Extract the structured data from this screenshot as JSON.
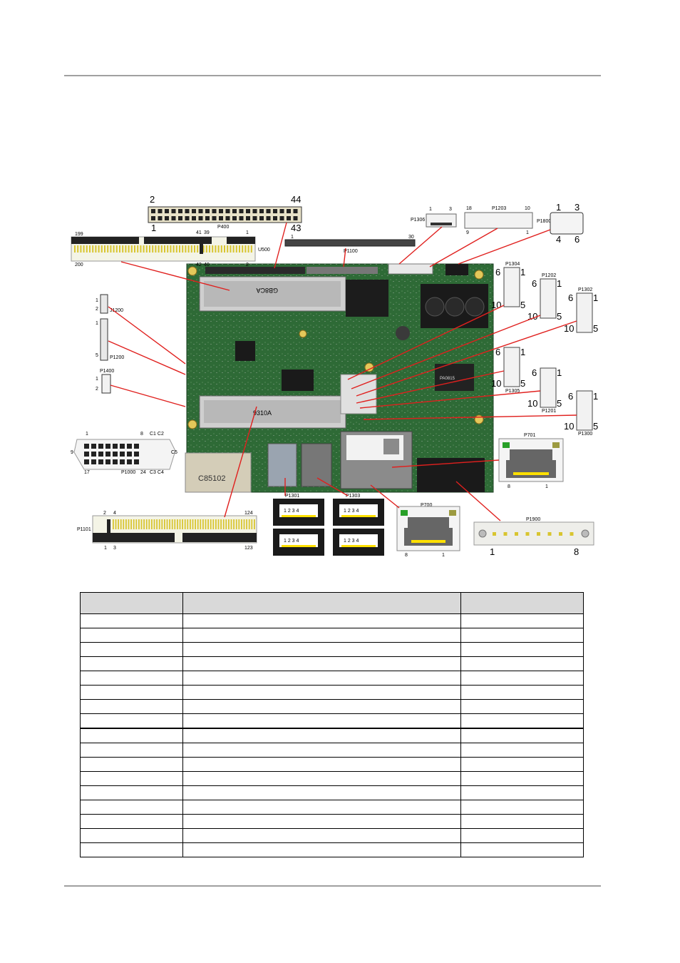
{
  "figure": {
    "labels": {
      "p400": "P400",
      "p400_2": "2",
      "p400_44": "44",
      "p400_1": "1",
      "p400_43": "43",
      "p400_41": "41",
      "p400_39": "39",
      "p400_42": "42",
      "p400_40": "40",
      "u500": "U500",
      "u500_199": "199",
      "u500_200": "200",
      "u500_1": "1",
      "u500_2": "2",
      "p1100": "P1100",
      "p1100_1": "1",
      "p1100_30": "30",
      "p1306": "P1306",
      "p1306_1": "1",
      "p1306_3": "3",
      "p1203": "P1203",
      "p1203_18": "18",
      "p1203_10": "10",
      "p1203_9": "9",
      "p1203_1": "1",
      "p1800": "P1800",
      "p1800_1": "1",
      "p1800_3": "3",
      "p1800_4": "4",
      "p1800_6": "6",
      "j1200": "J1200",
      "j1200_1": "1",
      "j1200_2": "2",
      "p1200": "P1200",
      "p1200_1": "1",
      "p1200_5": "5",
      "p1400": "P1400",
      "p1400_1": "1",
      "p1400_2": "2",
      "p1304": "P1304",
      "p1202": "P1202",
      "p1302": "P1302",
      "p1305": "P1305",
      "p1201": "P1201",
      "p1300": "P1300",
      "hdr_6": "6",
      "hdr_1": "1",
      "hdr_10": "10",
      "hdr_5": "5",
      "p1000": "P1000",
      "dvi_1": "1",
      "dvi_8": "8",
      "dvi_c1c2": "C1 C2",
      "dvi_9": "9",
      "dvi_c5": "C5",
      "dvi_17": "17",
      "dvi_24": "24",
      "dvi_c3c4": "C3 C4",
      "p701": "P701",
      "p701_8": "8",
      "p701_1": "1",
      "p700": "P700",
      "p700_8": "8",
      "p700_1": "1",
      "p1101": "P1101",
      "p1101_2": "2",
      "p1101_4": "4",
      "p1101_124": "124",
      "p1101_1": "1",
      "p1101_3": "3",
      "p1101_123": "123",
      "p1301": "P1301",
      "p1303": "P1303",
      "usb_pins": "1 2 3 4",
      "p1900": "P1900",
      "p1900_1": "1",
      "p1900_8": "8",
      "board_print_1": "C85102",
      "board_print_2": "9310A",
      "board_print_3": "GB8CA",
      "chip_brand": "PA0815"
    }
  },
  "table": {
    "headers": [
      "",
      "",
      ""
    ],
    "rows": [
      [
        "",
        "",
        ""
      ],
      [
        "",
        "",
        ""
      ],
      [
        "",
        "",
        ""
      ],
      [
        "",
        "",
        ""
      ],
      [
        "",
        "",
        ""
      ],
      [
        "",
        "",
        ""
      ],
      [
        "",
        "",
        ""
      ],
      [
        "",
        "",
        ""
      ],
      [
        "",
        "",
        ""
      ],
      [
        "",
        "",
        ""
      ],
      [
        "",
        "",
        ""
      ],
      [
        "",
        "",
        ""
      ],
      [
        "",
        "",
        ""
      ],
      [
        "",
        "",
        ""
      ],
      [
        "",
        "",
        ""
      ],
      [
        "",
        "",
        ""
      ],
      [
        "",
        "",
        ""
      ]
    ]
  }
}
